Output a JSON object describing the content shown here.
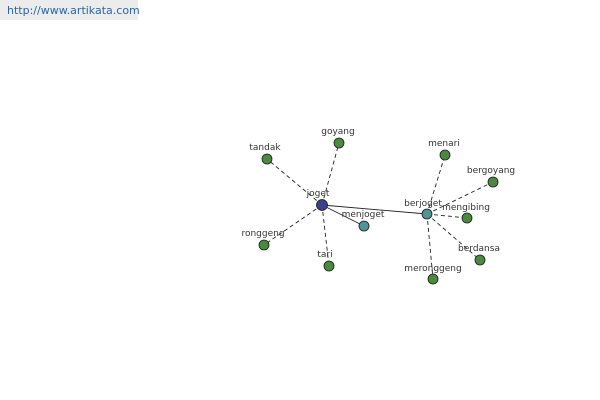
{
  "site": {
    "link_text": "http://www.artikata.com"
  },
  "graph": {
    "nodes": [
      {
        "id": "joget",
        "label": "joget",
        "color": "#3b3f8c"
      },
      {
        "id": "berjoget",
        "label": "berjoget",
        "color": "#4f9494"
      },
      {
        "id": "menjoget",
        "label": "menjoget",
        "color": "#4f9494"
      },
      {
        "id": "tandak",
        "label": "tandak",
        "color": "#4a8a3e"
      },
      {
        "id": "goyang",
        "label": "goyang",
        "color": "#4a8a3e"
      },
      {
        "id": "ronggeng",
        "label": "ronggeng",
        "color": "#4a8a3e"
      },
      {
        "id": "tari",
        "label": "tari",
        "color": "#4a8a3e"
      },
      {
        "id": "menari",
        "label": "menari",
        "color": "#4a8a3e"
      },
      {
        "id": "bergoyang",
        "label": "bergoyang",
        "color": "#4a8a3e"
      },
      {
        "id": "mengibing",
        "label": "mengibing",
        "color": "#4a8a3e"
      },
      {
        "id": "berdansa",
        "label": "berdansa",
        "color": "#4a8a3e"
      },
      {
        "id": "meronggeng",
        "label": "meronggeng",
        "color": "#4a8a3e"
      }
    ],
    "edges": [
      {
        "from": "joget",
        "to": "berjoget",
        "style": "solid"
      },
      {
        "from": "joget",
        "to": "menjoget",
        "style": "solid"
      },
      {
        "from": "joget",
        "to": "tandak",
        "style": "dashed"
      },
      {
        "from": "joget",
        "to": "goyang",
        "style": "dashed"
      },
      {
        "from": "joget",
        "to": "ronggeng",
        "style": "dashed"
      },
      {
        "from": "joget",
        "to": "tari",
        "style": "dashed"
      },
      {
        "from": "berjoget",
        "to": "menari",
        "style": "dashed"
      },
      {
        "from": "berjoget",
        "to": "bergoyang",
        "style": "dashed"
      },
      {
        "from": "berjoget",
        "to": "mengibing",
        "style": "dashed"
      },
      {
        "from": "berjoget",
        "to": "berdansa",
        "style": "dashed"
      },
      {
        "from": "berjoget",
        "to": "meronggeng",
        "style": "dashed"
      }
    ]
  }
}
